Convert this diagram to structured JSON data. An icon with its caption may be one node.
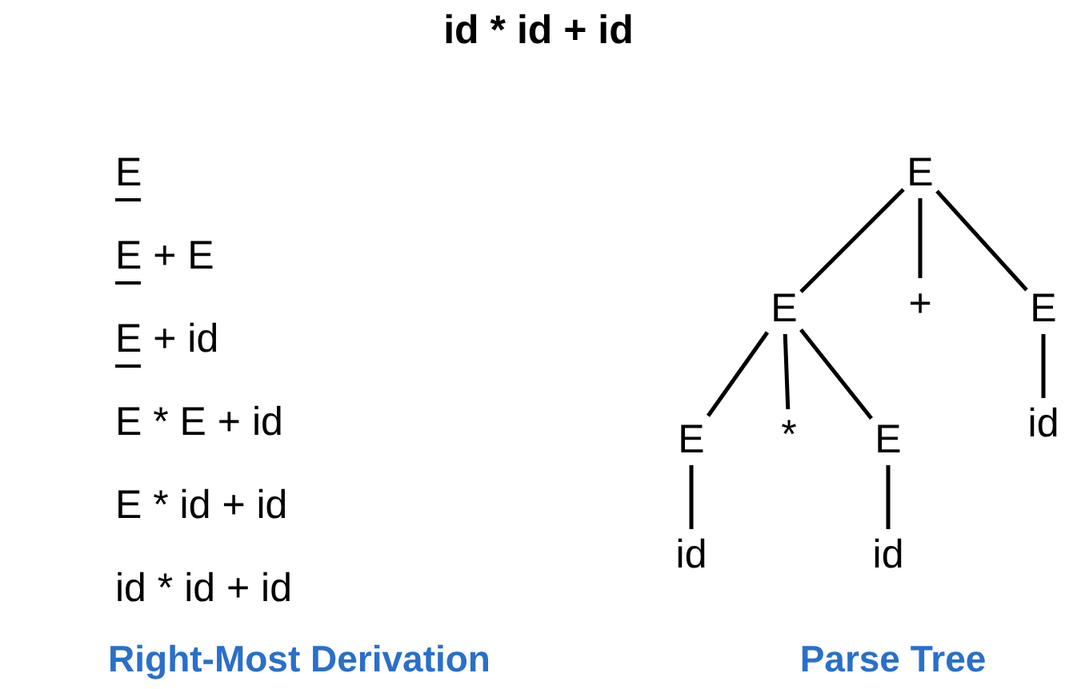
{
  "diagram": {
    "title": "id * id + id",
    "nodes": [
      {
        "text": [
          "E"
        ]
      },
      {
        "text": [
          "E"
        ]
      },
      {
        "text": [
          "+"
        ]
      },
      {
        "text": [
          "E"
        ]
      },
      {
        "text": [
          "E"
        ]
      },
      {
        "text": [
          "*"
        ]
      },
      {
        "text": [
          "E"
        ]
      },
      {
        "text": [
          "id"
        ]
      },
      {
        "text": [
          "id"
        ]
      },
      {
        "text": [
          "id"
        ]
      }
    ],
    "edges": [
      {
        "from": 0,
        "to": 1,
        "arrow": "none"
      },
      {
        "from": 0,
        "to": 2,
        "arrow": "none"
      },
      {
        "from": 0,
        "to": 3,
        "arrow": "none"
      },
      {
        "from": 1,
        "to": 4,
        "arrow": "none"
      },
      {
        "from": 1,
        "to": 5,
        "arrow": "none"
      },
      {
        "from": 1,
        "to": 6,
        "arrow": "none"
      },
      {
        "from": 3,
        "to": 7,
        "arrow": "none"
      },
      {
        "from": 4,
        "to": 8,
        "arrow": "none"
      },
      {
        "from": 6,
        "to": 9,
        "arrow": "none"
      }
    ],
    "labels": [
      "E",
      "E + E",
      "E + id",
      "E * E + id",
      "E * id + id",
      "id * id + id",
      "Right-Most Derivation",
      "Parse Tree"
    ]
  }
}
